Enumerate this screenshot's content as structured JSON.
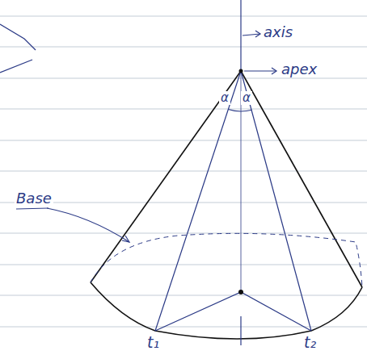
{
  "diagram": {
    "labels": [
      "axis",
      "apex",
      "α",
      "α",
      "Base",
      "t₁",
      "t₂"
    ]
  }
}
